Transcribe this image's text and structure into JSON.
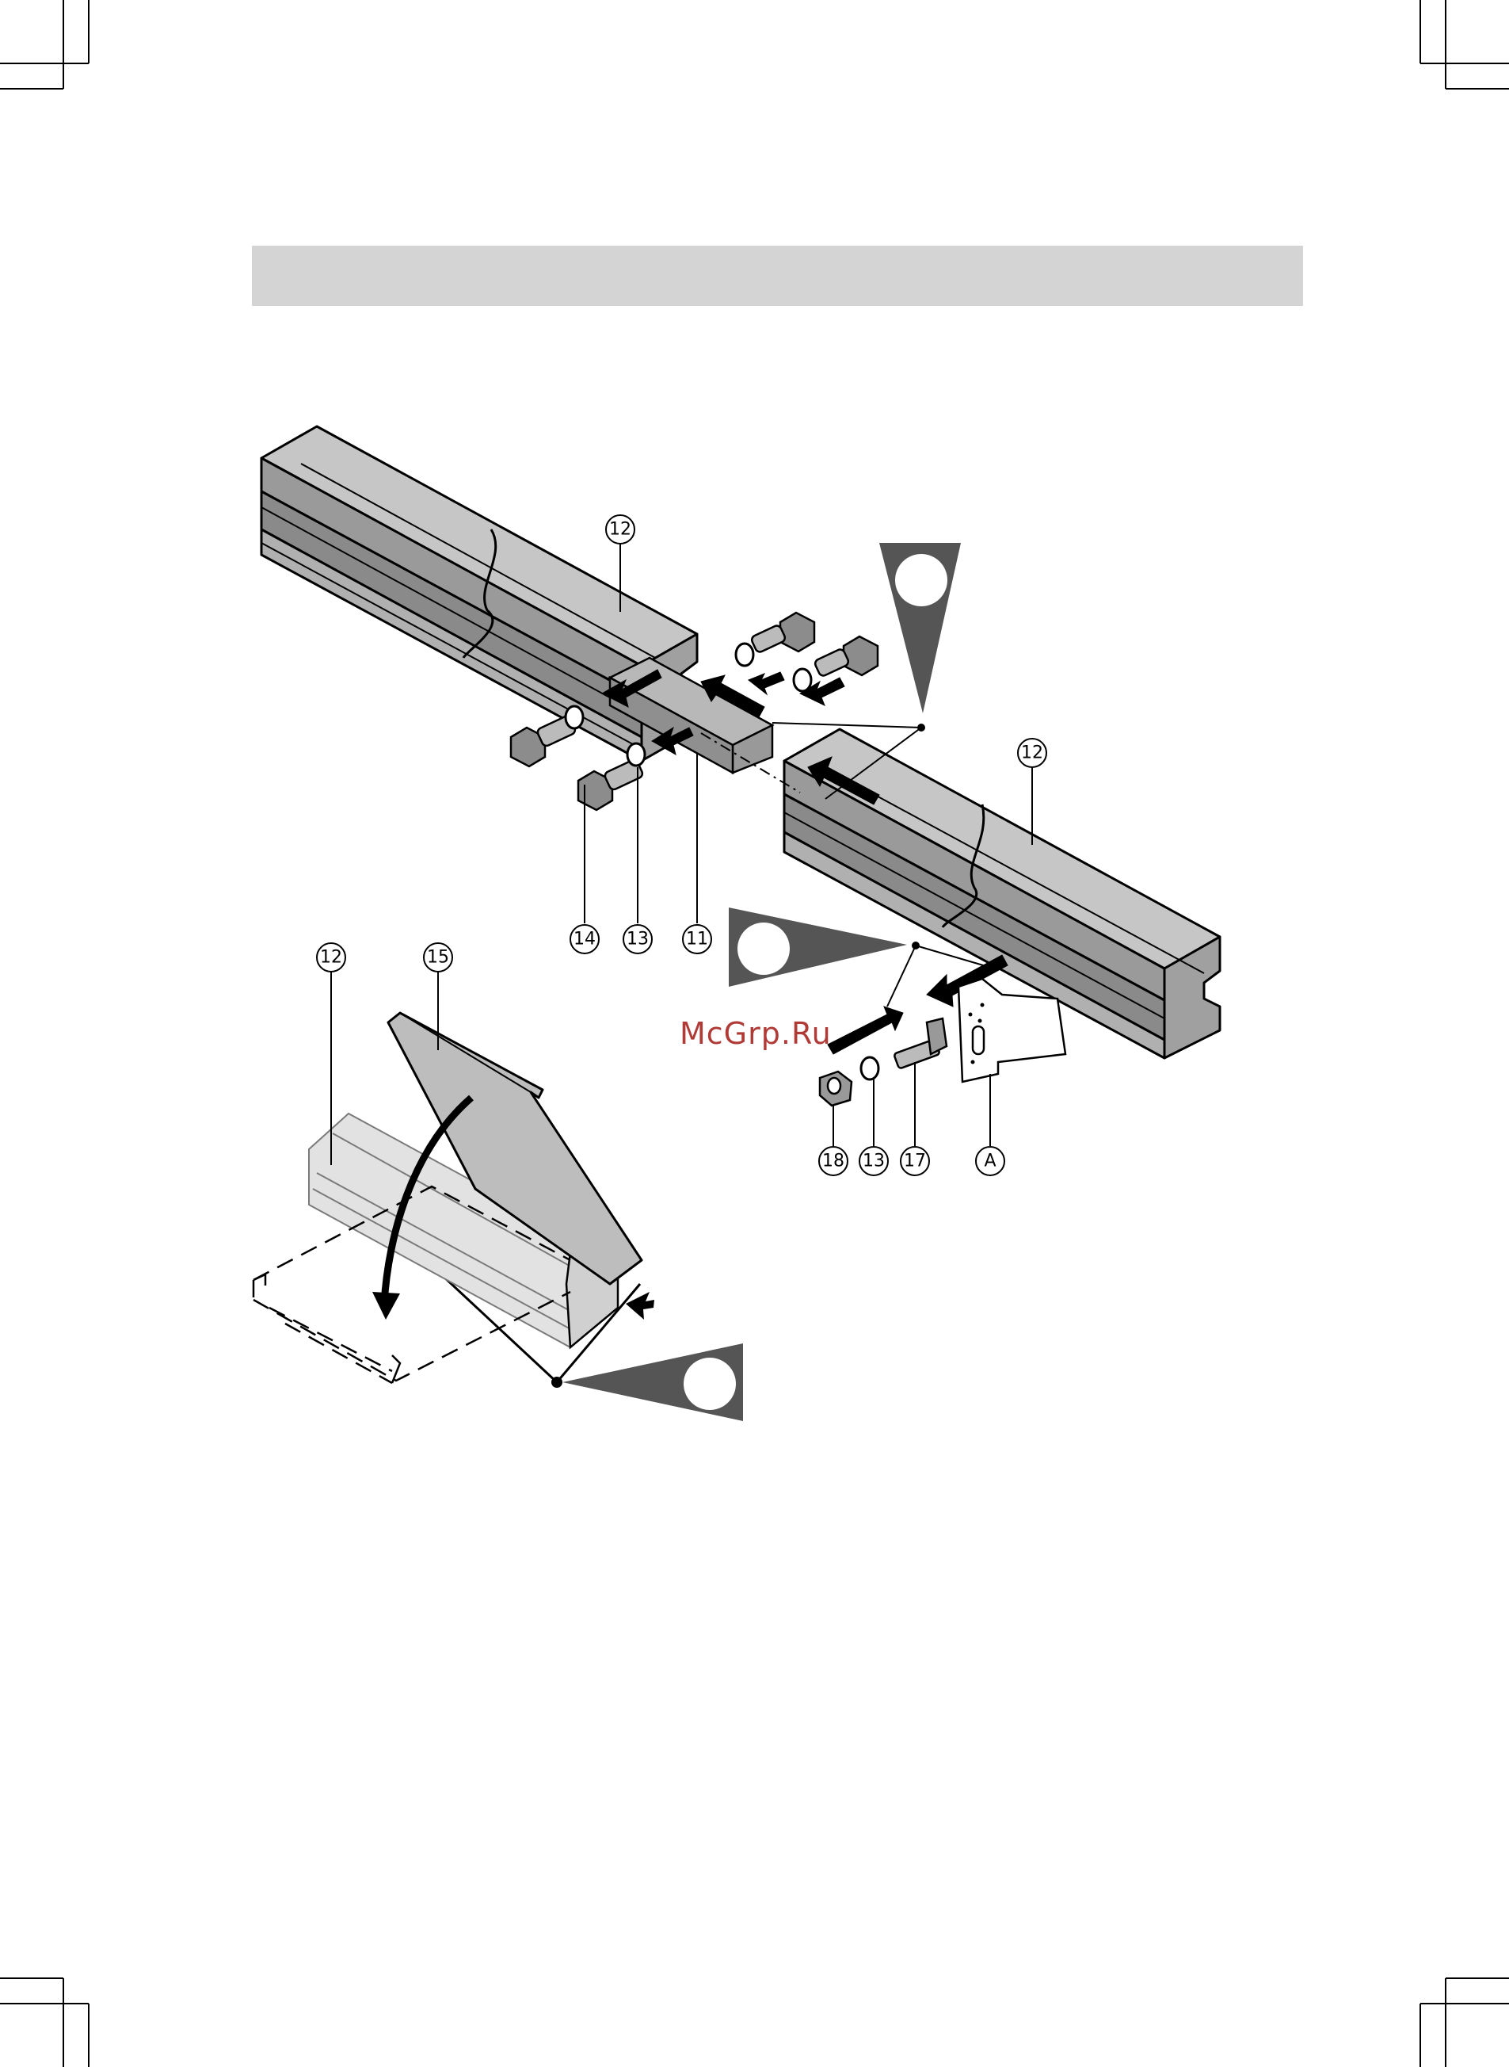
{
  "watermark": "McGrp.Ru",
  "callouts": {
    "c1": "12",
    "c2": "12",
    "c3": "14",
    "c4": "13",
    "c5": "11",
    "c6": "12",
    "c7": "15",
    "c8": "18",
    "c9": "13",
    "c10": "17",
    "c11": "A"
  },
  "colors": {
    "profile": "#a9a9a9",
    "profile_dark": "#6e6e6e",
    "pointer": "#555555",
    "light_profile": "#d9d9d9",
    "panel": "#bdbdbd",
    "watermark": "#b03a36"
  }
}
